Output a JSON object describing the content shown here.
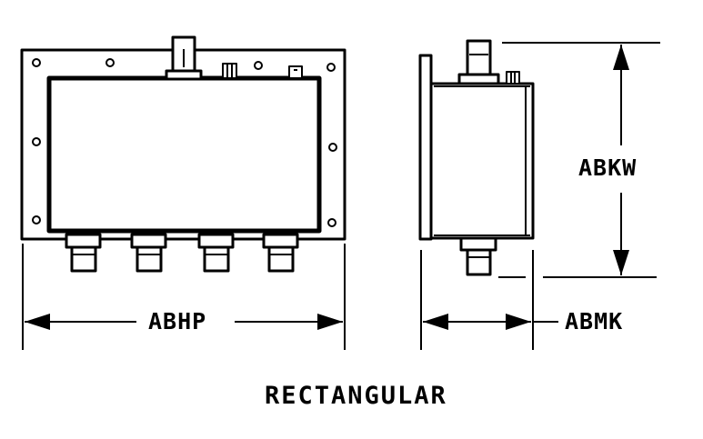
{
  "dimensions": {
    "width_label": "ABHP",
    "height_label": "ABKW",
    "depth_label": "ABMK"
  },
  "caption": "RECTANGULAR",
  "colors": {
    "ink": "#000000",
    "background": "#ffffff"
  }
}
